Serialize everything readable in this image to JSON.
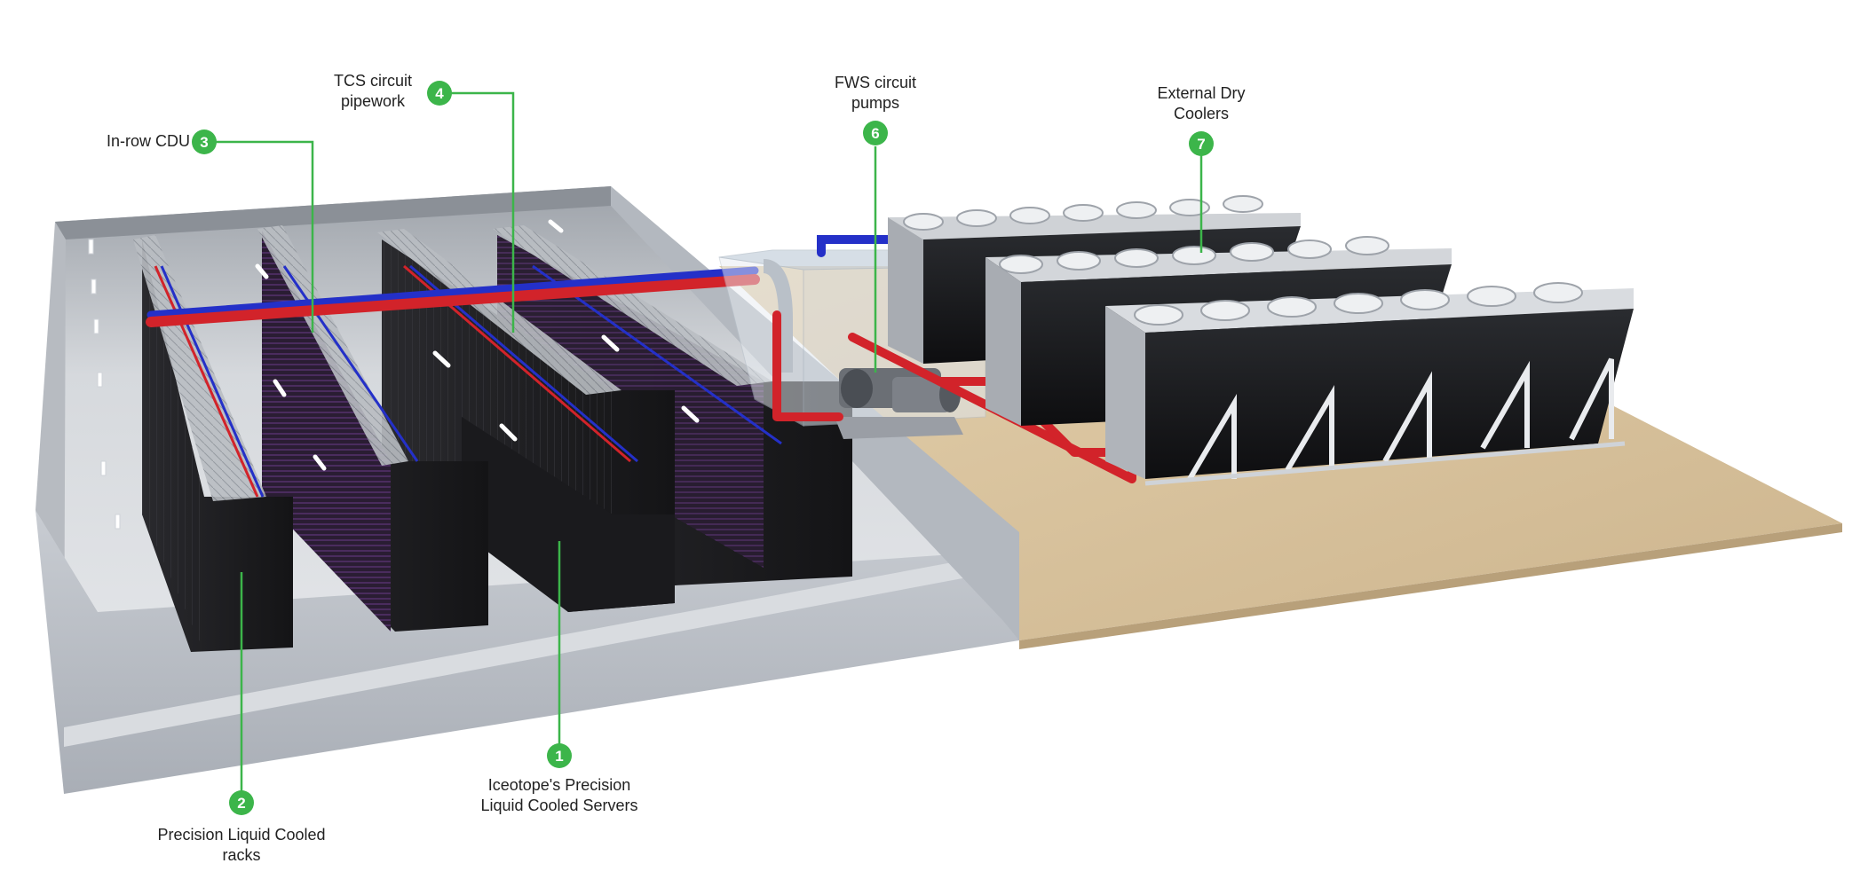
{
  "colors": {
    "callout_green": "#3cb54a",
    "pipe_red": "#d2232a",
    "pipe_blue": "#2430c8",
    "rack_black": "#1c1c1e",
    "ground_sand": "#d9c3a0",
    "wall_grey": "#c2c6cc"
  },
  "callouts": [
    {
      "number": "1",
      "label": "Iceotope's Precision\nLiquid Cooled Servers"
    },
    {
      "number": "2",
      "label": "Precision Liquid Cooled\nracks"
    },
    {
      "number": "3",
      "label": "In-row CDU"
    },
    {
      "number": "4",
      "label": "TCS circuit\npipework"
    },
    {
      "number": "6",
      "label": "FWS circuit\npumps"
    },
    {
      "number": "7",
      "label": "External Dry\nCoolers"
    }
  ]
}
